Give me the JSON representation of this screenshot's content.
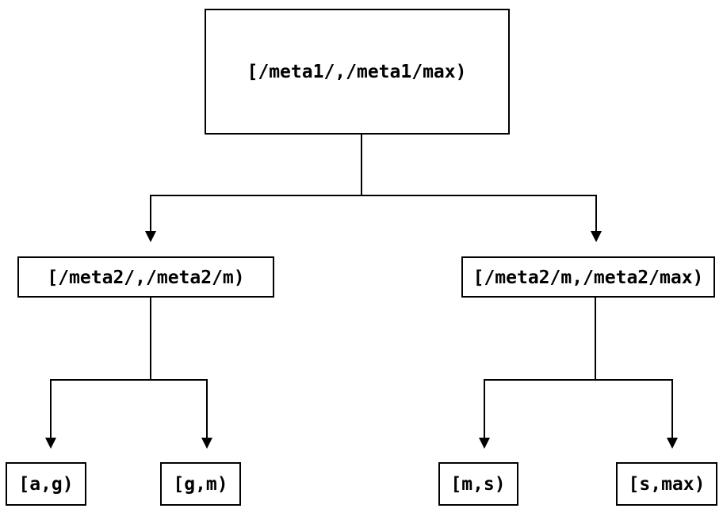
{
  "diagram": {
    "kind": "binary-interval-tree",
    "background_color": "#ffffff",
    "line_color": "#000000",
    "text_color": "#000000",
    "nodes": {
      "root": {
        "label": "[/meta1/,/meta1/max)"
      },
      "left_interval": {
        "label": "[/meta2/,/meta2/m)"
      },
      "right_interval": {
        "label": "[/meta2/m,/meta2/max)"
      },
      "leaf_ag": {
        "label": "[a,g)"
      },
      "leaf_gm": {
        "label": "[g,m)"
      },
      "leaf_ms": {
        "label": "[m,s)"
      },
      "leaf_smax": {
        "label": "[s,max)"
      }
    },
    "edges": [
      {
        "from": "root",
        "to": "left_interval"
      },
      {
        "from": "root",
        "to": "right_interval"
      },
      {
        "from": "left_interval",
        "to": "leaf_ag"
      },
      {
        "from": "left_interval",
        "to": "leaf_gm"
      },
      {
        "from": "right_interval",
        "to": "leaf_ms"
      },
      {
        "from": "right_interval",
        "to": "leaf_smax"
      }
    ]
  }
}
